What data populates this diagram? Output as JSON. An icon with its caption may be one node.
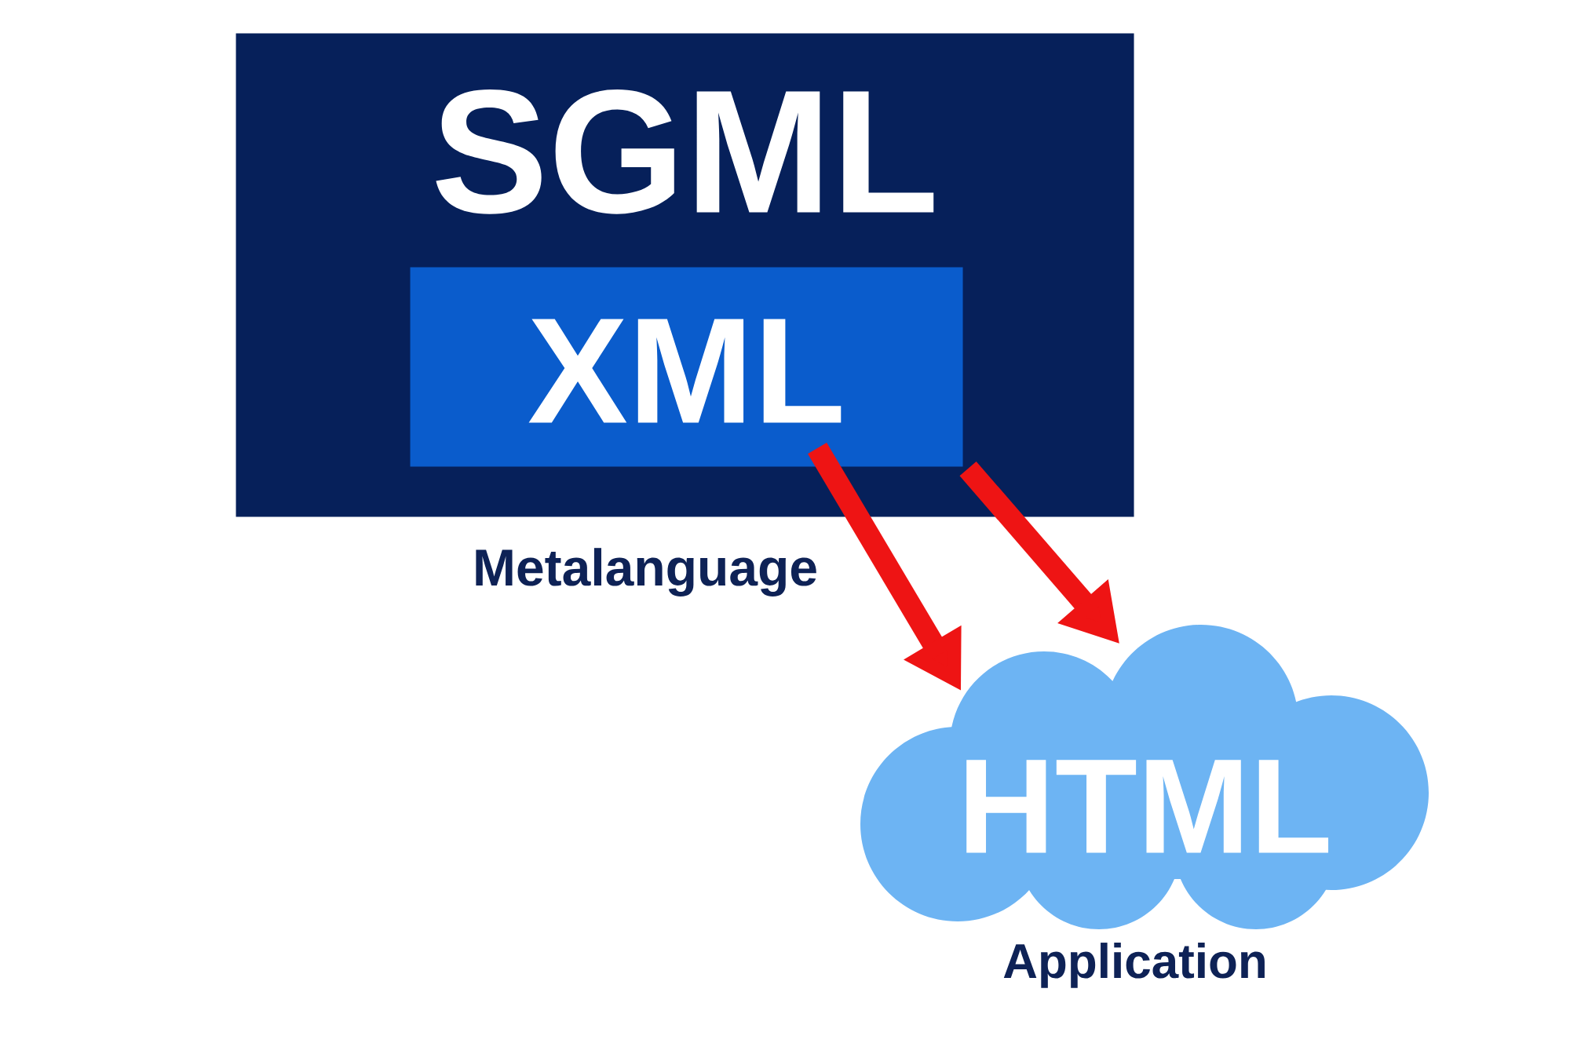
{
  "diagram": {
    "nodes": [
      {
        "text": [
          "SGML"
        ],
        "beside": [
          "Metalanguage"
        ]
      },
      {
        "text": [
          "XML"
        ],
        "in": 0
      },
      {
        "text": [
          "HTML"
        ],
        "beside": [
          "Application"
        ]
      }
    ],
    "edges": [
      {
        "from": 1,
        "to": 2,
        "arrow": "to"
      },
      {
        "from": 1,
        "to": 2,
        "arrow": "to"
      }
    ]
  }
}
